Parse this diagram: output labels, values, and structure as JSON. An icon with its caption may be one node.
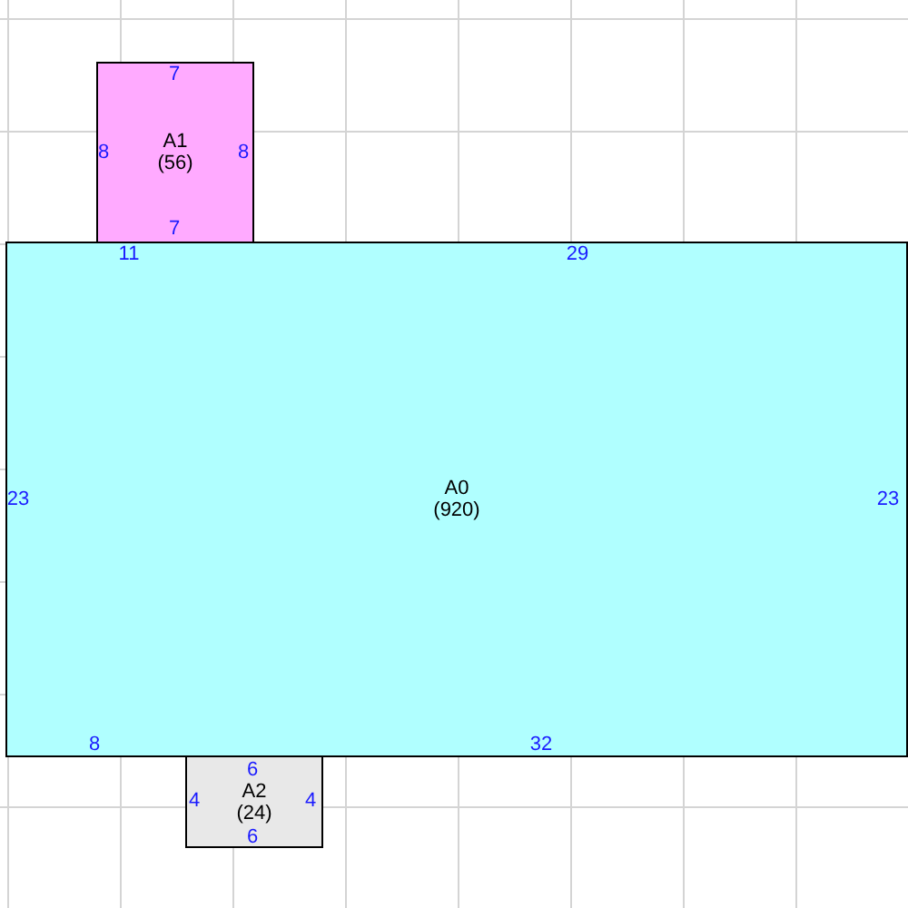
{
  "diagram": {
    "nodes": [
      {
        "text": [
          "A1",
          "(56)"
        ]
      },
      {
        "text": [
          "A0",
          "(920)"
        ]
      },
      {
        "text": [
          "A2",
          "(24)"
        ]
      }
    ],
    "labels": [
      "7",
      "8",
      "8",
      "7",
      "11",
      "29",
      "23",
      "23",
      "8",
      "32",
      "6",
      "4",
      "4",
      "6"
    ]
  }
}
